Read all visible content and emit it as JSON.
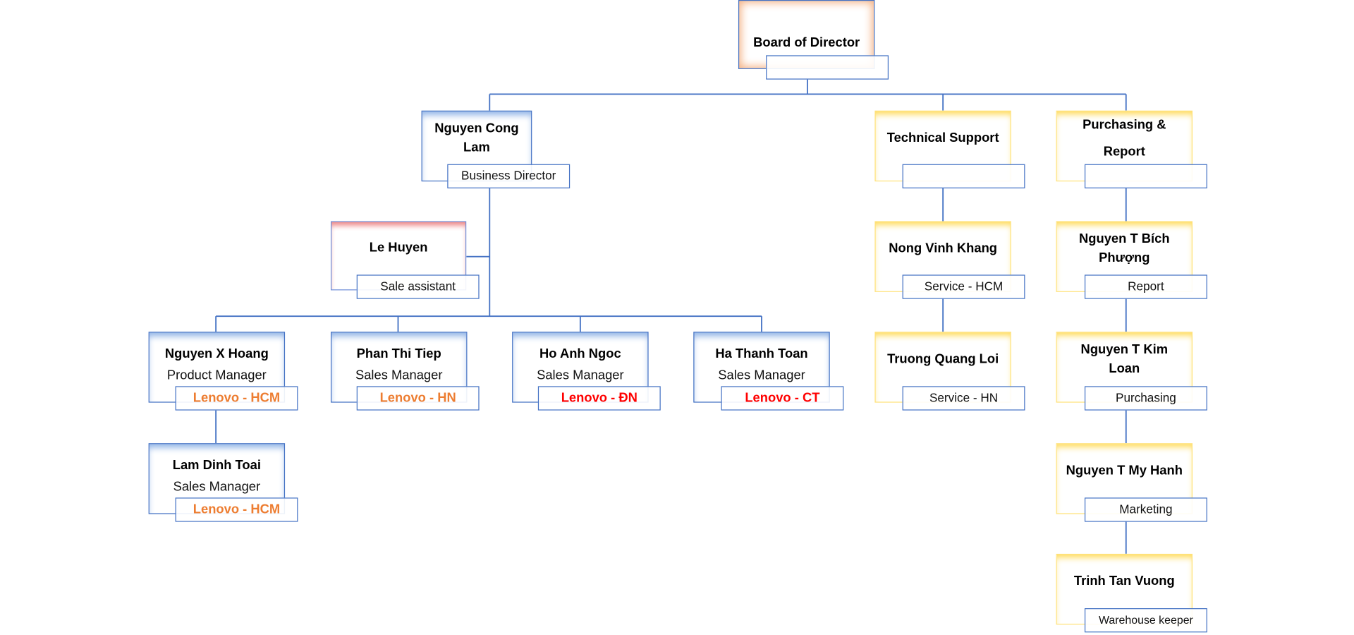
{
  "colors": {
    "line": "#4472c4",
    "orange": "#ed7d31",
    "red": "#ff0000",
    "yellow": "#ffd84d"
  },
  "nodes": {
    "board": {
      "name": "Board of Director",
      "sub": ""
    },
    "lam": {
      "name": "Nguyen Cong Lam",
      "sub": "Business Director"
    },
    "huyen": {
      "name": "Le Huyen",
      "sub": "Sale assistant"
    },
    "tech": {
      "name": "Technical Support",
      "sub": ""
    },
    "purch": {
      "name": "Purchasing & Report",
      "sub": ""
    },
    "khang": {
      "name": "Nong Vinh Khang",
      "sub": "Service - HCM"
    },
    "loi": {
      "name": "Truong Quang Loi",
      "sub": "Service - HN"
    },
    "phuong": {
      "name": "Nguyen T Bích Phượng",
      "sub": "Report"
    },
    "loan": {
      "name": "Nguyen T Kim Loan",
      "sub": "Purchasing"
    },
    "hanh": {
      "name": "Nguyen T My Hanh",
      "sub": "Marketing"
    },
    "vuong": {
      "name": "Trinh Tan Vuong",
      "sub": "Warehouse keeper"
    },
    "hoang": {
      "name": "Nguyen X Hoang",
      "role": "Product Manager",
      "sub": "Lenovo - HCM"
    },
    "tiep": {
      "name": "Phan Thi Tiep",
      "role": "Sales Manager",
      "sub": "Lenovo - HN"
    },
    "ngoc": {
      "name": "Ho Anh Ngoc",
      "role": "Sales Manager",
      "sub": "Lenovo - ĐN"
    },
    "toan": {
      "name": "Ha Thanh Toan",
      "role": "Sales Manager",
      "sub": "Lenovo - CT"
    },
    "toai": {
      "name": "Lam Dinh Toai",
      "role": "Sales Manager",
      "sub": "Lenovo - HCM"
    }
  }
}
